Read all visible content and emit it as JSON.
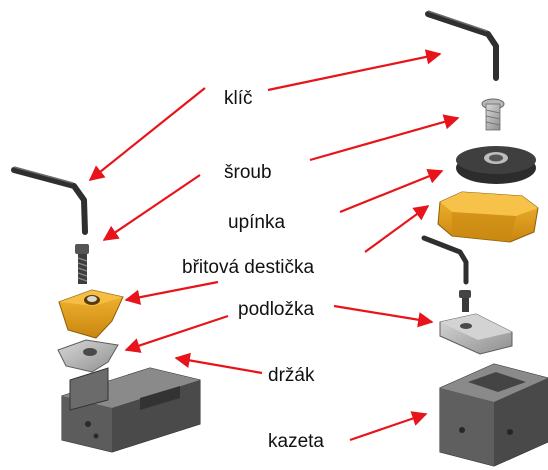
{
  "labels": {
    "key": "klíč",
    "screw": "šroub",
    "clamp": "upínka",
    "insert": "břitová destička",
    "shim": "podložka",
    "holder": "držák",
    "cassette": "kazeta"
  },
  "colors": {
    "arrow": "#e8141b",
    "steel_dark": "#3a3a3a",
    "steel_mid": "#6d6d6d",
    "steel_light": "#b9b9b9",
    "insert_gold": "#e6a21b",
    "insert_gold_dark": "#b97a0c"
  },
  "icons": [
    "hex-key-icon",
    "screw-icon",
    "clamp-icon",
    "insert-icon",
    "shim-icon",
    "holder-icon",
    "cassette-icon"
  ]
}
